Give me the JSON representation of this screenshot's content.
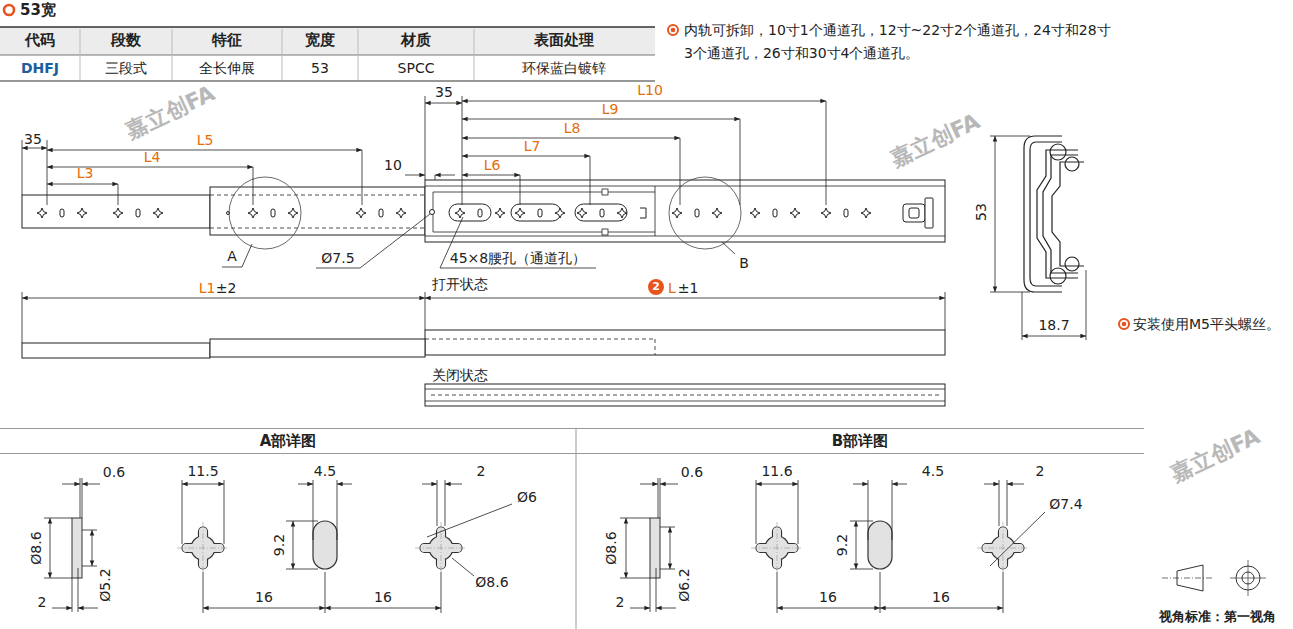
{
  "diagram": {
    "title": "53宽",
    "nodes": [
      {
        "text": [
          "A部详图"
        ]
      },
      {
        "text": [
          "B部详图"
        ]
      }
    ],
    "labels": [
      "代码",
      "段数",
      "特征",
      "宽度",
      "材质",
      "表面处理",
      "DHFJ",
      "三段式",
      "全长伸展",
      "53",
      "SPCC",
      "环保蓝白镀锌",
      "内轨可拆卸，10寸1个通道孔，12寸~22寸2个通道孔，24寸和28寸3个通道孔，26寸和30寸4个通道孔。",
      "35",
      "L3",
      "L4",
      "L5",
      "10",
      "35",
      "L10",
      "L9",
      "L8",
      "L7",
      "L6",
      "A",
      "Ø7.5",
      "45×8腰孔（通道孔）",
      "B",
      "L1",
      "±2",
      "打开状态",
      "2",
      "L",
      "±1",
      "关闭状态",
      "53",
      "18.7",
      "安装使用M5平头螺丝。",
      "0.6",
      "11.5",
      "4.5",
      "2",
      "Ø6",
      "Ø8.6",
      "Ø5.2",
      "9.2",
      "Ø8.6",
      "2",
      "16",
      "16",
      "0.6",
      "11.6",
      "4.5",
      "2",
      "Ø7.4",
      "Ø8.6",
      "Ø6.2",
      "9.2",
      "2",
      "16",
      "16",
      "视角标准：第一视角",
      "嘉立创FA",
      "嘉立创FA",
      "嘉立创FA"
    ]
  }
}
